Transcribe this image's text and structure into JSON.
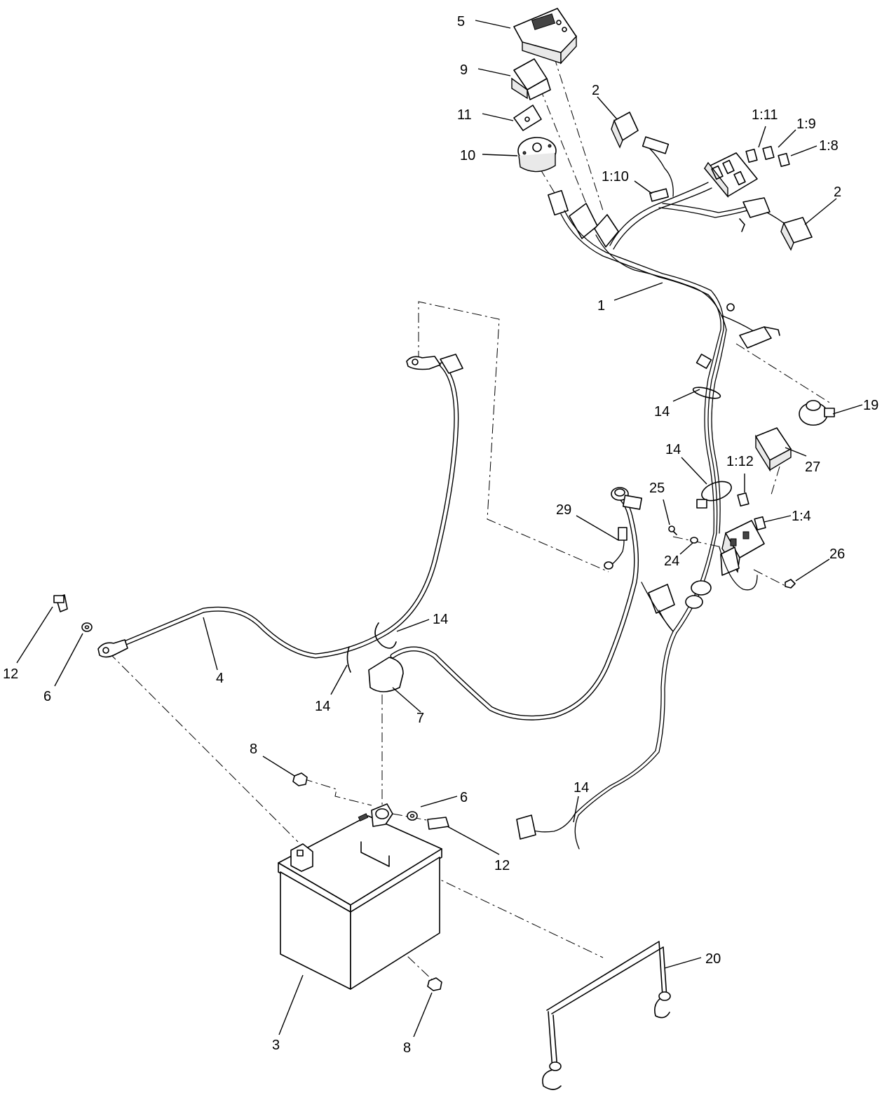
{
  "callouts": [
    {
      "id": "c5",
      "text": "5"
    },
    {
      "id": "c9",
      "text": "9"
    },
    {
      "id": "c11",
      "text": "11"
    },
    {
      "id": "c10",
      "text": "10"
    },
    {
      "id": "c2a",
      "text": "2"
    },
    {
      "id": "c1_11",
      "text": "1:11"
    },
    {
      "id": "c1_9",
      "text": "1:9"
    },
    {
      "id": "c1_8",
      "text": "1:8"
    },
    {
      "id": "c1_10",
      "text": "1:10"
    },
    {
      "id": "c2b",
      "text": "2"
    },
    {
      "id": "c1",
      "text": "1"
    },
    {
      "id": "c14a",
      "text": "14"
    },
    {
      "id": "c19",
      "text": "19"
    },
    {
      "id": "c14b",
      "text": "14"
    },
    {
      "id": "c1_12",
      "text": "1:12"
    },
    {
      "id": "c27",
      "text": "27"
    },
    {
      "id": "c25",
      "text": "25"
    },
    {
      "id": "c29",
      "text": "29"
    },
    {
      "id": "c1_4",
      "text": "1:4"
    },
    {
      "id": "c24",
      "text": "24"
    },
    {
      "id": "c26",
      "text": "26"
    },
    {
      "id": "c12a",
      "text": "12"
    },
    {
      "id": "c6a",
      "text": "6"
    },
    {
      "id": "c4",
      "text": "4"
    },
    {
      "id": "c14c",
      "text": "14"
    },
    {
      "id": "c14d",
      "text": "14"
    },
    {
      "id": "c7",
      "text": "7"
    },
    {
      "id": "c8a",
      "text": "8"
    },
    {
      "id": "c6b",
      "text": "6"
    },
    {
      "id": "c14e",
      "text": "14"
    },
    {
      "id": "c12b",
      "text": "12"
    },
    {
      "id": "c20",
      "text": "20"
    },
    {
      "id": "c3",
      "text": "3"
    },
    {
      "id": "c8b",
      "text": "8"
    }
  ]
}
